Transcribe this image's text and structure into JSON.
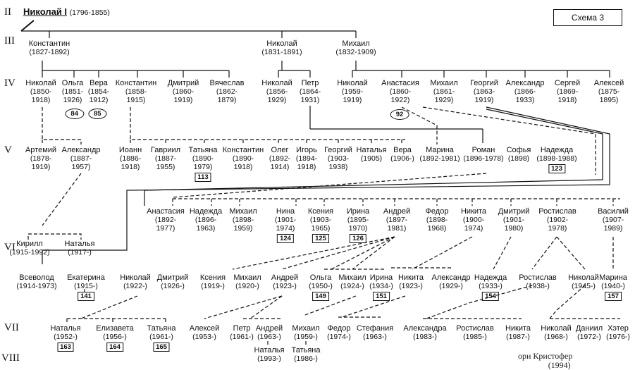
{
  "title": {
    "name": "Николай I",
    "dates": "(1796-1855)"
  },
  "schema_label": "Схема 3",
  "generations": [
    "II",
    "III",
    "IV",
    "V",
    "VI",
    "VII",
    "VIII"
  ],
  "nodes": {
    "konst_iii": {
      "name": "Константин",
      "dates": "(1827-1892)"
    },
    "nik_iii": {
      "name": "Николай",
      "dates": "(1831-1891)"
    },
    "mikh_iii": {
      "name": "Михаил",
      "dates": "(1832-1909)"
    },
    "nik_iv": {
      "name": "Николай",
      "d1": "(1850-",
      "d2": "1918)"
    },
    "olga_iv": {
      "name": "Ольга",
      "d1": "(1851-",
      "d2": "1926)"
    },
    "vera_iv": {
      "name": "Вера",
      "d1": "(1854-",
      "d2": "1912)"
    },
    "konst_iv": {
      "name": "Константин",
      "d1": "(1858-",
      "d2": "1915)"
    },
    "dmit_iv": {
      "name": "Дмитрий",
      "d1": "(1860-",
      "d2": "1919)"
    },
    "vyach_iv": {
      "name": "Вячеслав",
      "d1": "(1862-",
      "d2": "1879)"
    },
    "nik2_iv": {
      "name": "Николай",
      "d1": "(1856-",
      "d2": "1929)"
    },
    "petr_iv": {
      "name": "Петр",
      "d1": "(1864-",
      "d2": "1931)"
    },
    "nik3_iv": {
      "name": "Николай",
      "d1": "(1959-",
      "d2": "1919)"
    },
    "anast_iv": {
      "name": "Анастасия",
      "d1": "(1860-",
      "d2": "1922)"
    },
    "mikh_iv": {
      "name": "Михаил",
      "d1": "(1861-",
      "d2": "1929)"
    },
    "georg_iv": {
      "name": "Георгий",
      "d1": "(1863-",
      "d2": "1919)"
    },
    "alex_iv": {
      "name": "Александр",
      "d1": "(1866-",
      "d2": "1933)"
    },
    "serg_iv": {
      "name": "Сергей",
      "d1": "(1869-",
      "d2": "1918)"
    },
    "alexei_iv": {
      "name": "Алексей",
      "d1": "(1875-",
      "d2": "1895)"
    },
    "oval84": "84",
    "oval85": "85",
    "oval92": "92",
    "artem_v": {
      "name": "Артемий",
      "d1": "(1878-",
      "d2": "1919)"
    },
    "alex_v": {
      "name": "Александр",
      "d1": "(1887-",
      "d2": "1957)"
    },
    "ioann_v": {
      "name": "Иоанн",
      "d1": "(1886-",
      "d2": "1918)"
    },
    "gavr_v": {
      "name": "Гавриил",
      "d1": "(1887-",
      "d2": "1955)"
    },
    "tat_v": {
      "name": "Татьяна",
      "d1": "(1890-",
      "d2": "1979)",
      "badge": "113"
    },
    "konst_v": {
      "name": "Константин",
      "d1": "(1890-",
      "d2": "1918)"
    },
    "oleg_v": {
      "name": "Олег",
      "d1": "(1892-",
      "d2": "1914)"
    },
    "igor_v": {
      "name": "Игорь",
      "d1": "(1894-",
      "d2": "1918)"
    },
    "georg_v": {
      "name": "Георгий",
      "d1": "(1903-",
      "d2": "1938)"
    },
    "nat_v": {
      "name": "Наталья",
      "d1": "(1905)",
      "d2": ""
    },
    "vera_v": {
      "name": "Вера",
      "d1": "(1906-)",
      "d2": ""
    },
    "marina_v": {
      "name": "Марина",
      "d1": "(1892-1981)",
      "d2": ""
    },
    "roman_v": {
      "name": "Роман",
      "d1": "(1896-1978)",
      "d2": ""
    },
    "sofia_v": {
      "name": "Софья",
      "d1": "(1898)",
      "d2": ""
    },
    "nadezh_v": {
      "name": "Надежда",
      "d1": "(1898-1988)",
      "d2": "",
      "badge": "123"
    },
    "anast_vi": {
      "name": "Анастасия",
      "d1": "(1892-",
      "d2": "1977)"
    },
    "nadezh_vi": {
      "name": "Надежда",
      "d1": "(1896-",
      "d2": "1963)"
    },
    "mikh_vi": {
      "name": "Михаил",
      "d1": "(1898-",
      "d2": "1959)"
    },
    "nina_vi": {
      "name": "Нина",
      "d1": "(1901-",
      "d2": "1974)",
      "badge": "124"
    },
    "ksen_vi": {
      "name": "Ксения",
      "d1": "(1903-",
      "d2": "1965)",
      "badge": "125"
    },
    "irina_vi": {
      "name": "Ирина",
      "d1": "(1895-",
      "d2": "1970)",
      "badge": "126"
    },
    "andr_vi": {
      "name": "Андрей",
      "d1": "(1897-",
      "d2": "1981)"
    },
    "fedor_vi": {
      "name": "Федор",
      "d1": "(1898-",
      "d2": "1968)"
    },
    "nikita_vi": {
      "name": "Никита",
      "d1": "(1900-",
      "d2": "1974)"
    },
    "dmit_vi": {
      "name": "Дмитрий",
      "d1": "(1901-",
      "d2": "1980)"
    },
    "rost_vi": {
      "name": "Ростислав",
      "d1": "(1902-",
      "d2": "1978)"
    },
    "vasil_vi": {
      "name": "Василий",
      "d1": "(1907-",
      "d2": "1989)"
    },
    "kirill_vi": {
      "name": "Кирилл",
      "d1": "(1915-1992)",
      "d2": ""
    },
    "nat_vi": {
      "name": "Наталья",
      "d1": "(1917-)",
      "d2": ""
    },
    "vsev_r": {
      "name": "Всеволод",
      "d1": "(1914-1973)",
      "d2": ""
    },
    "ekat_r": {
      "name": "Екатерина",
      "d1": "(1915-)",
      "d2": "",
      "badge": "141"
    },
    "nik_r": {
      "name": "Николай",
      "d1": "(1922-)",
      "d2": ""
    },
    "dmit_r": {
      "name": "Дмитрий",
      "d1": "(1926-)",
      "d2": ""
    },
    "ksen_r": {
      "name": "Ксения",
      "d1": "(1919-)",
      "d2": ""
    },
    "mikh_r": {
      "name": "Михаил",
      "d1": "(1920-)",
      "d2": ""
    },
    "andr_r": {
      "name": "Андрей",
      "d1": "(1923-)",
      "d2": ""
    },
    "olga_r": {
      "name": "Ольга",
      "d1": "(1950-)",
      "d2": "",
      "badge": "149"
    },
    "mikh2_r": {
      "name": "Михаил",
      "d1": "(1924-)",
      "d2": ""
    },
    "irina_r": {
      "name": "Ирина",
      "d1": "(1934-)",
      "d2": "",
      "badge": "151"
    },
    "nikita_r": {
      "name": "Никита",
      "d1": "(1923-)",
      "d2": ""
    },
    "alex_r": {
      "name": "Александр",
      "d1": "(1929-)",
      "d2": ""
    },
    "nadezh_r": {
      "name": "Надежда",
      "d1": "(1933-)",
      "d2": "",
      "badge": "154"
    },
    "rost_r": {
      "name": "Ростислав",
      "d1": "(1938-)",
      "d2": ""
    },
    "nik2_r": {
      "name": "Николай",
      "d1": "(1945-)",
      "d2": ""
    },
    "marina_r": {
      "name": "Марина",
      "d1": "(1940-)",
      "d2": "",
      "badge": "157"
    },
    "nat_vii": {
      "name": "Наталья",
      "d1": "(1952-)",
      "d2": "",
      "badge": "163"
    },
    "eliz_vii": {
      "name": "Елизавета",
      "d1": "(1956-)",
      "d2": "",
      "badge": "164"
    },
    "tat_vii": {
      "name": "Татьяна",
      "d1": "(1961-)",
      "d2": "",
      "badge": "165"
    },
    "alexei_vii": {
      "name": "Алексей",
      "d1": "(1953-)",
      "d2": ""
    },
    "petr_vii": {
      "name": "Петр",
      "d1": "(1961-)",
      "d2": ""
    },
    "andr_vii": {
      "name": "Андрей",
      "d1": "(1963-)",
      "d2": ""
    },
    "mikh_vii": {
      "name": "Михаил",
      "d1": "(1959-)",
      "d2": ""
    },
    "fedor_vii": {
      "name": "Федор",
      "d1": "(1974-)",
      "d2": ""
    },
    "stef_vii": {
      "name": "Стефания",
      "d1": "(1963-)",
      "d2": ""
    },
    "alexandra_vii": {
      "name": "Александра",
      "d1": "(1983-)",
      "d2": ""
    },
    "rost_vii": {
      "name": "Ростислав",
      "d1": "(1985-)",
      "d2": ""
    },
    "nikita_vii": {
      "name": "Никита",
      "d1": "(1987-)",
      "d2": ""
    },
    "nik_vii": {
      "name": "Николай",
      "d1": "(1968-)",
      "d2": ""
    },
    "daniil_vii": {
      "name": "Даниил",
      "d1": "(1972-)",
      "d2": ""
    },
    "heter_vii": {
      "name": "Хэтер",
      "d1": "(1976-)",
      "d2": ""
    },
    "nat_viii": {
      "name": "Наталья",
      "d1": "(1993-)",
      "d2": ""
    },
    "tat_viii": {
      "name": "Татьяна",
      "d1": "(1986-)",
      "d2": ""
    }
  },
  "footnote": {
    "line1": "ори Кристофер",
    "line2": "(1994)"
  }
}
